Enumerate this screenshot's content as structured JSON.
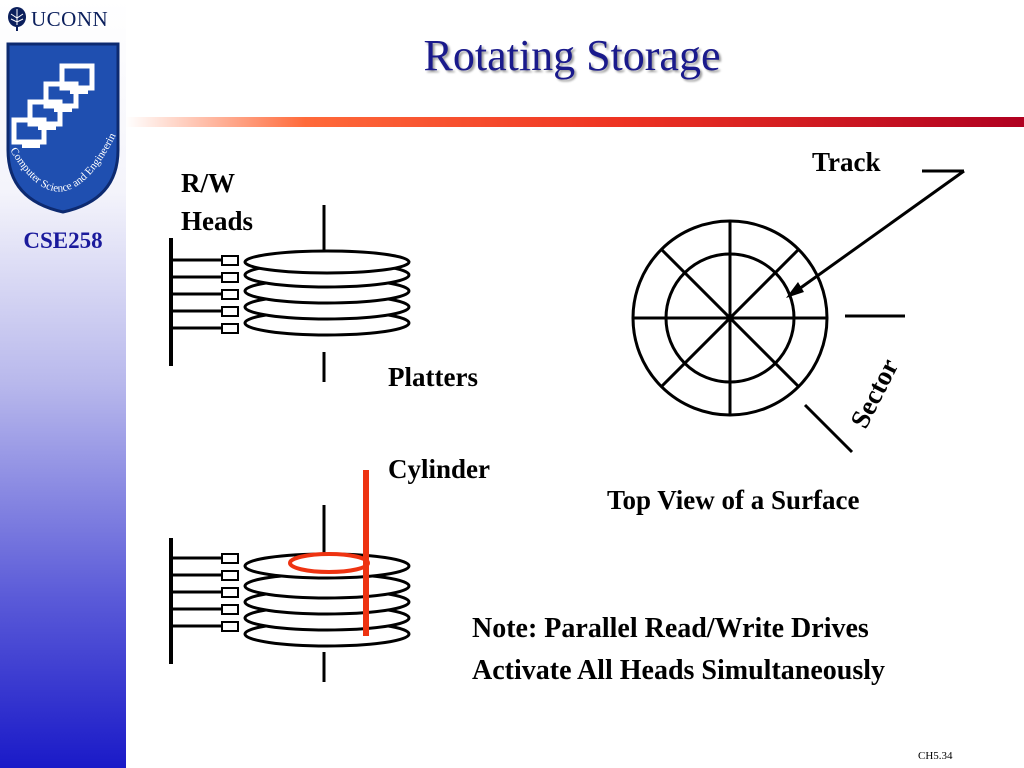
{
  "sidebar": {
    "brand": "UCONN",
    "shield_text": "Computer Science and Engineering",
    "course": "CSE258"
  },
  "slide": {
    "title": "Rotating Storage",
    "number": "CH5.34"
  },
  "diagram": {
    "rw_heads_line1": "R/W",
    "rw_heads_line2": "Heads",
    "platters": "Platters",
    "cylinder": "Cylinder",
    "track": "Track",
    "sector": "Sector",
    "top_view": "Top View of a Surface"
  },
  "note": {
    "line1": "Note: Parallel Read/Write Drives",
    "line2": "Activate All Heads Simultaneously"
  },
  "colors": {
    "title": "#1a1a8c",
    "cylinder": "#ee3311",
    "sidebar_bottom": "#1a1ac8"
  }
}
